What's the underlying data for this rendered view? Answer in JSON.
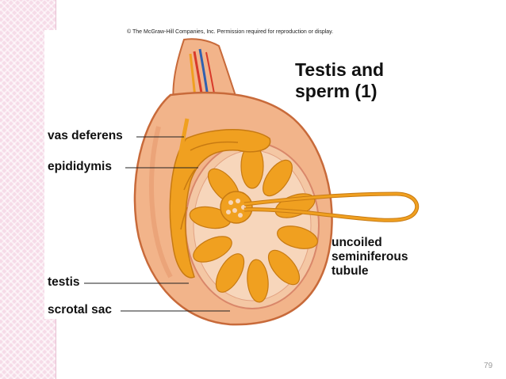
{
  "copyright": "© The McGraw-Hill Companies, Inc. Permission required for reproduction or display.",
  "title_line1": "Testis and",
  "title_line2": "sperm (1)",
  "labels": {
    "vas_deferens": "vas deferens",
    "epididymis": "epididymis",
    "testis": "testis",
    "scrotal_sac": "scrotal sac",
    "uncoiled_line1": "uncoiled",
    "uncoiled_line2": "seminiferous",
    "uncoiled_line3": "tubule"
  },
  "page_number": "79",
  "colors": {
    "scrotum_skin": "#f2b48a",
    "scrotum_outline": "#c86a3a",
    "testis_flesh": "#f4c7a4",
    "tubule_orange": "#f0a020",
    "tubule_dark": "#c77a12",
    "vein_red": "#d83a2a",
    "vein_blue": "#3060b0",
    "background_strip": "#f6dbe8"
  }
}
